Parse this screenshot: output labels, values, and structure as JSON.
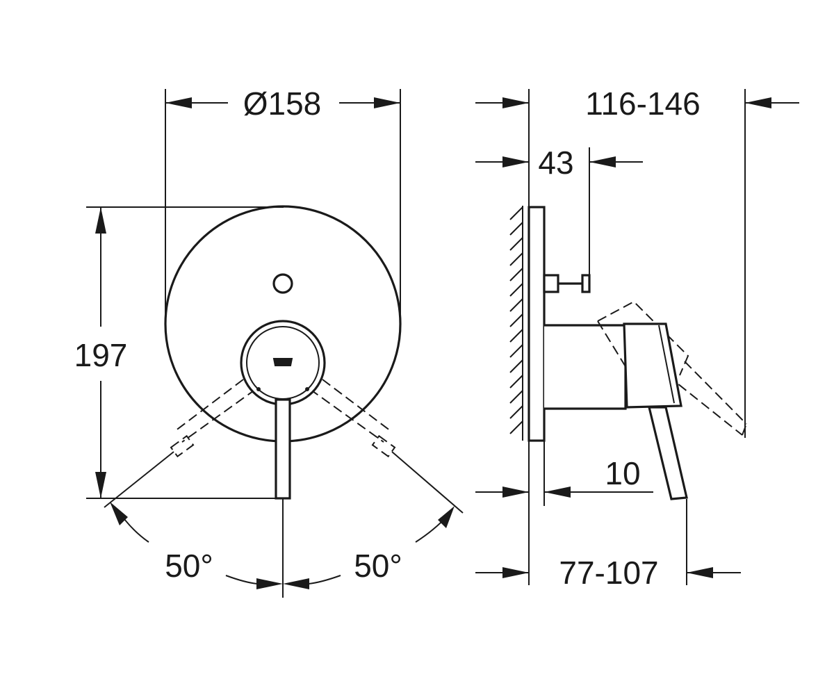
{
  "front_view": {
    "diameter_label": "Ø158",
    "height_label": "197",
    "angle_left_label": "50°",
    "angle_right_label": "50°"
  },
  "side_view": {
    "depth_total_label": "116-146",
    "stud_label": "43",
    "offset_label": "10",
    "depth_lever_label": "77-107"
  }
}
